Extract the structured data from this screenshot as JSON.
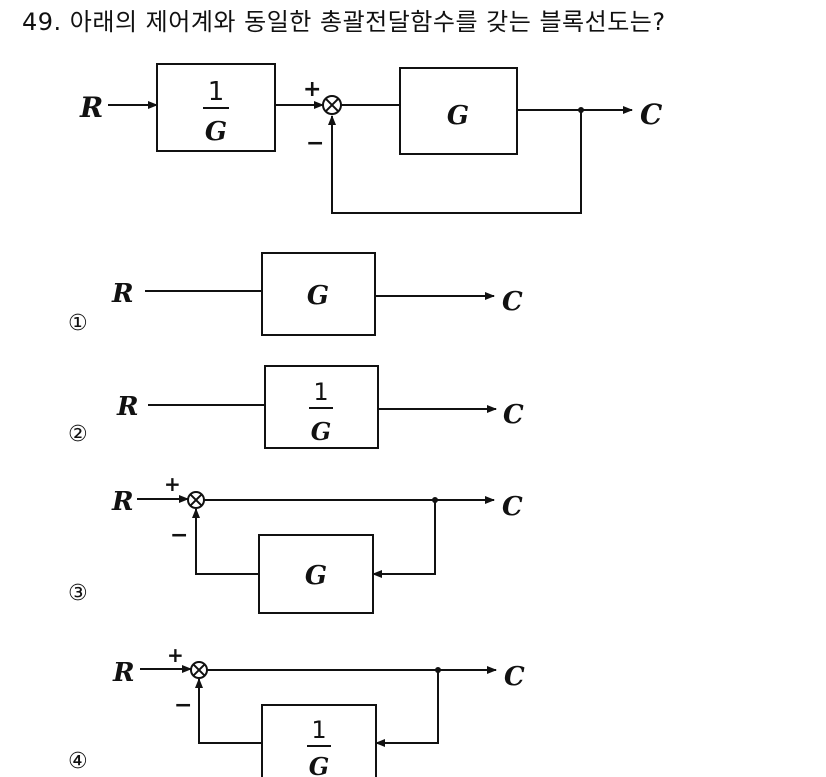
{
  "question": {
    "text": "49. 아래의 제어계와 동일한 총괄전달함수를 갖는 블록선도는?"
  },
  "labels": {
    "R": "R",
    "C": "C",
    "G": "G",
    "one": "1",
    "plus": "+",
    "minus": "−"
  },
  "options": [
    {
      "marker": "①"
    },
    {
      "marker": "②"
    },
    {
      "marker": "③"
    },
    {
      "marker": "④"
    }
  ]
}
